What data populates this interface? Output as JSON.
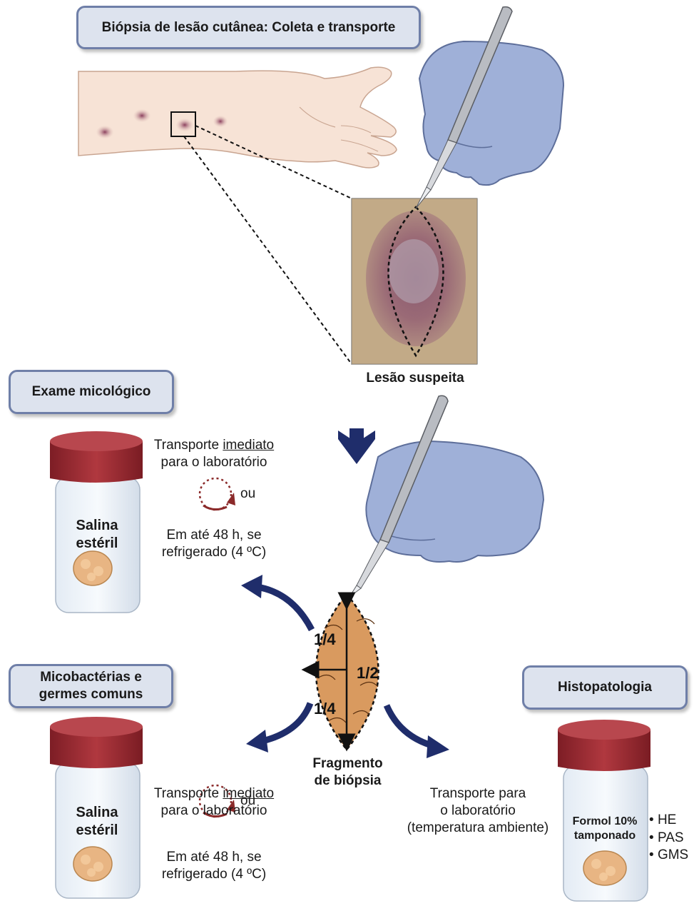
{
  "title": "Biópsia de lesão cutânea: Coleta e transporte",
  "lesion_label": "Lesão suspeita",
  "fragment_label_line1": "Fragmento",
  "fragment_label_line2": "de biópsia",
  "fractions": {
    "top": "1/4",
    "right": "1/2",
    "bottom": "1/4"
  },
  "mycology": {
    "heading": "Exame micológico",
    "jar_line1": "Salina",
    "jar_line2": "estéril",
    "transport_prefix": "Transporte ",
    "transport_underlined": "imediato",
    "transport_line2": "para o laboratório",
    "or": "ou",
    "alt_line1": "Em até 48 h, se",
    "alt_line2": "refrigerado (4 ºC)"
  },
  "mycobacteria": {
    "heading_line1": "Micobactérias e",
    "heading_line2": "germes comuns",
    "jar_line1": "Salina",
    "jar_line2": "estéril",
    "transport_prefix": "Transporte ",
    "transport_underlined": "imediato",
    "transport_line2": "para o laboratório",
    "or": "ou",
    "alt_line1": "Em até 48 h, se",
    "alt_line2": "refrigerado (4 ºC)"
  },
  "histopathology": {
    "heading": "Histopatologia",
    "jar_line1": "Formol 10%",
    "jar_line2": "tamponado",
    "transport_line1": "Transporte para",
    "transport_line2": "o laboratório",
    "transport_line3": "(temperatura ambiente)",
    "stains": [
      "HE",
      "PAS",
      "GMS"
    ]
  },
  "colors": {
    "box_fill": "#dde3ee",
    "box_border": "#6f7fa8",
    "arrow": "#1f2d6b",
    "glove": "#9fb0d8",
    "cap": "#9b2b32",
    "tissue": "#d99a5f",
    "clock": "#8b2a2a"
  }
}
